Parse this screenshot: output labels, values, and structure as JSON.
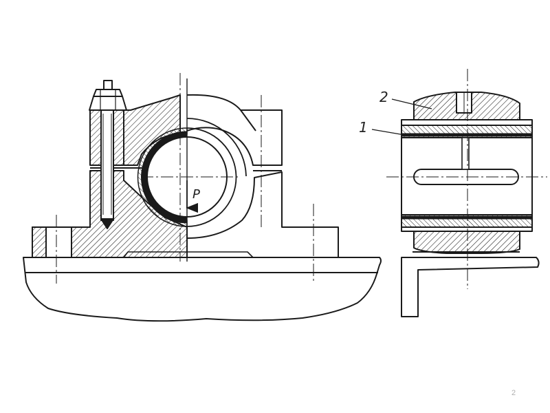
{
  "labels": {
    "force": "P",
    "part_1": "1",
    "part_2": "2"
  },
  "page_number": "2",
  "colors": {
    "ink": "#1a1a1a",
    "paper": "#ffffff",
    "page_number": "#b0b0b0"
  }
}
